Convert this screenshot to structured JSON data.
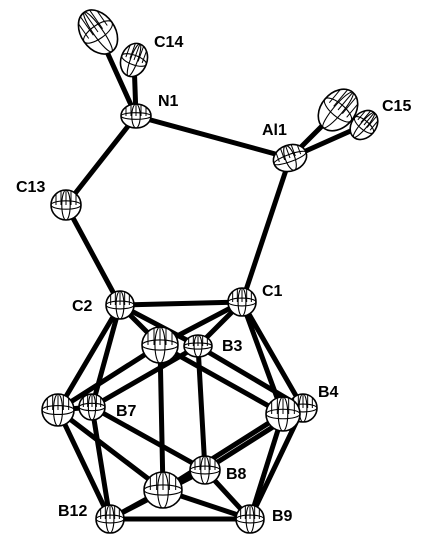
{
  "figure": {
    "atoms": [
      {
        "id": "C14",
        "label": "C14",
        "shown_labeled": true
      },
      {
        "id": "C14b",
        "label": "",
        "shown_labeled": false
      },
      {
        "id": "N1",
        "label": "N1",
        "shown_labeled": true
      },
      {
        "id": "Al1",
        "label": "Al1",
        "shown_labeled": true
      },
      {
        "id": "C15",
        "label": "C15",
        "shown_labeled": true
      },
      {
        "id": "C15b",
        "label": "",
        "shown_labeled": false
      },
      {
        "id": "C13",
        "label": "C13",
        "shown_labeled": true
      },
      {
        "id": "C2",
        "label": "C2",
        "shown_labeled": true
      },
      {
        "id": "C1",
        "label": "C1",
        "shown_labeled": true
      },
      {
        "id": "B3",
        "label": "B3",
        "shown_labeled": true
      },
      {
        "id": "B6",
        "label": "",
        "shown_labeled": false
      },
      {
        "id": "B4",
        "label": "B4",
        "shown_labeled": true
      },
      {
        "id": "B5",
        "label": "",
        "shown_labeled": false
      },
      {
        "id": "B7",
        "label": "B7",
        "shown_labeled": true
      },
      {
        "id": "B11",
        "label": "",
        "shown_labeled": false
      },
      {
        "id": "B8",
        "label": "B8",
        "shown_labeled": true
      },
      {
        "id": "B10",
        "label": "",
        "shown_labeled": false
      },
      {
        "id": "B12",
        "label": "B12",
        "shown_labeled": true
      },
      {
        "id": "B9",
        "label": "B9",
        "shown_labeled": true
      }
    ],
    "bonds": [
      [
        "N1",
        "C14"
      ],
      [
        "N1",
        "C14b"
      ],
      [
        "N1",
        "Al1"
      ],
      [
        "N1",
        "C13"
      ],
      [
        "Al1",
        "C15"
      ],
      [
        "Al1",
        "C15b"
      ],
      [
        "Al1",
        "C1"
      ],
      [
        "C13",
        "C2"
      ],
      [
        "C1",
        "C2"
      ],
      [
        "C1",
        "B3"
      ],
      [
        "C1",
        "B4"
      ],
      [
        "C1",
        "B5"
      ],
      [
        "C1",
        "B6"
      ],
      [
        "C2",
        "B3"
      ],
      [
        "C2",
        "B6"
      ],
      [
        "C2",
        "B7"
      ],
      [
        "C2",
        "B11"
      ],
      [
        "B3",
        "B4"
      ],
      [
        "B3",
        "B7"
      ],
      [
        "B3",
        "B8"
      ],
      [
        "B4",
        "B5"
      ],
      [
        "B4",
        "B8"
      ],
      [
        "B4",
        "B9"
      ],
      [
        "B5",
        "B6"
      ],
      [
        "B5",
        "B9"
      ],
      [
        "B5",
        "B10"
      ],
      [
        "B6",
        "B11"
      ],
      [
        "B6",
        "B10"
      ],
      [
        "B7",
        "B8"
      ],
      [
        "B7",
        "B11"
      ],
      [
        "B7",
        "B12"
      ],
      [
        "B8",
        "B9"
      ],
      [
        "B8",
        "B12"
      ],
      [
        "B9",
        "B10"
      ],
      [
        "B9",
        "B12"
      ],
      [
        "B10",
        "B11"
      ],
      [
        "B10",
        "B12"
      ],
      [
        "B11",
        "B12"
      ]
    ]
  }
}
